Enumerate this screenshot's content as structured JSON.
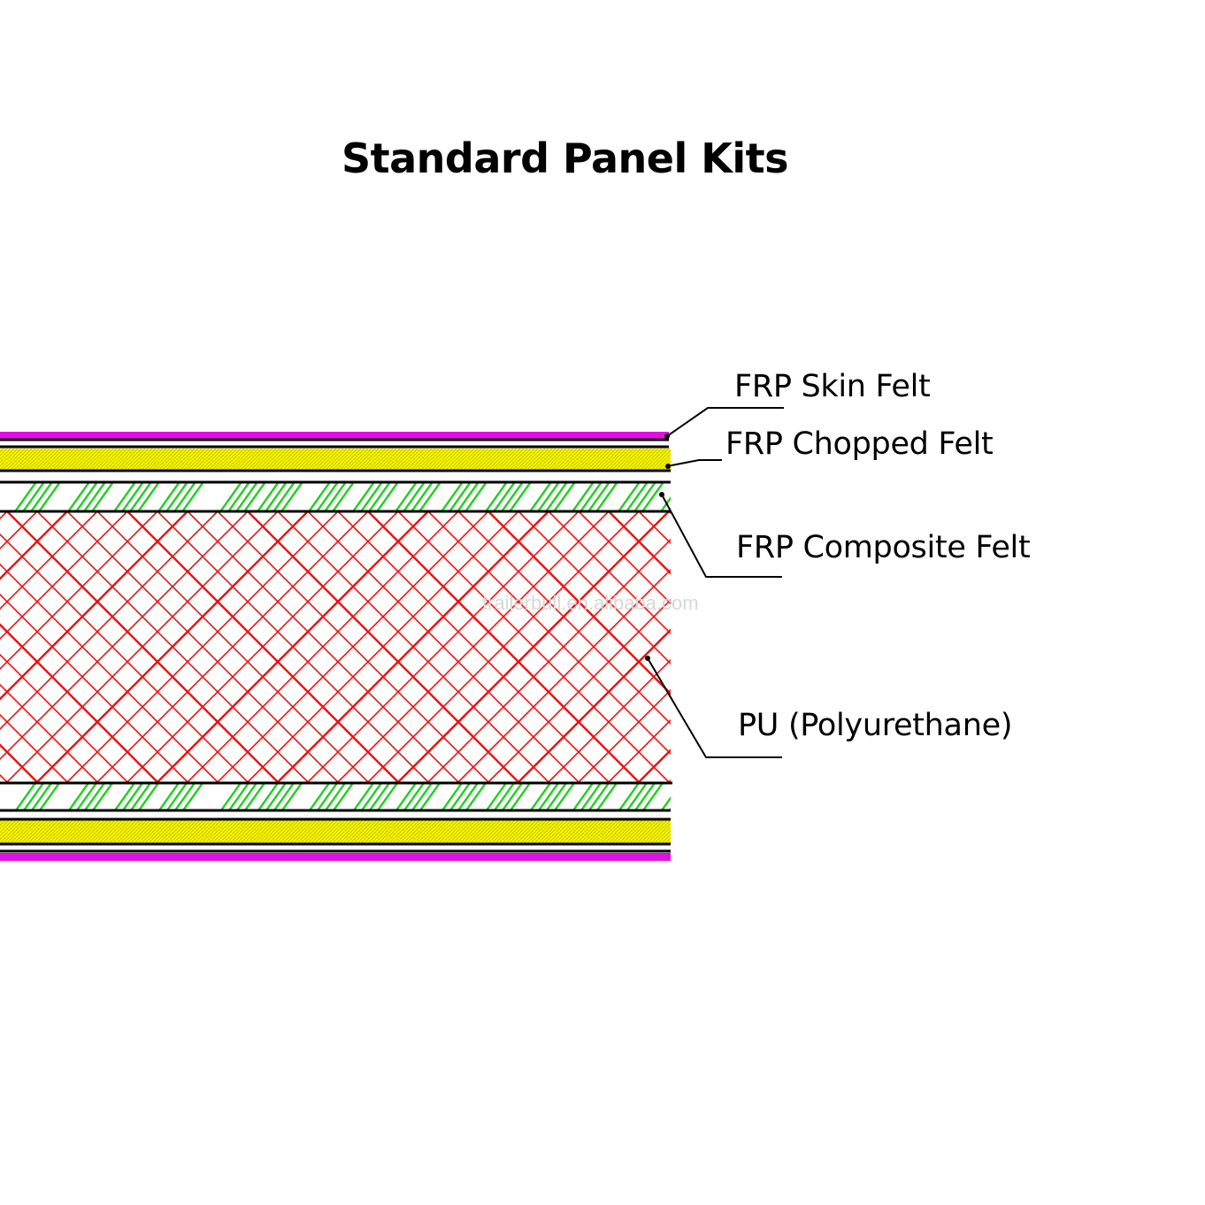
{
  "title": "Standard Panel Kits",
  "watermark": "trailerbull.en.alibaba.com",
  "layers": [
    {
      "label": "FRP Skin Felt",
      "color": "#e010e0"
    },
    {
      "label": "FRP Chopped Felt",
      "color": "#f5f500"
    },
    {
      "label": "FRP Composite Felt",
      "color": "#20d020"
    },
    {
      "label": "PU (Polyurethane)",
      "color": "#ee1111"
    }
  ]
}
